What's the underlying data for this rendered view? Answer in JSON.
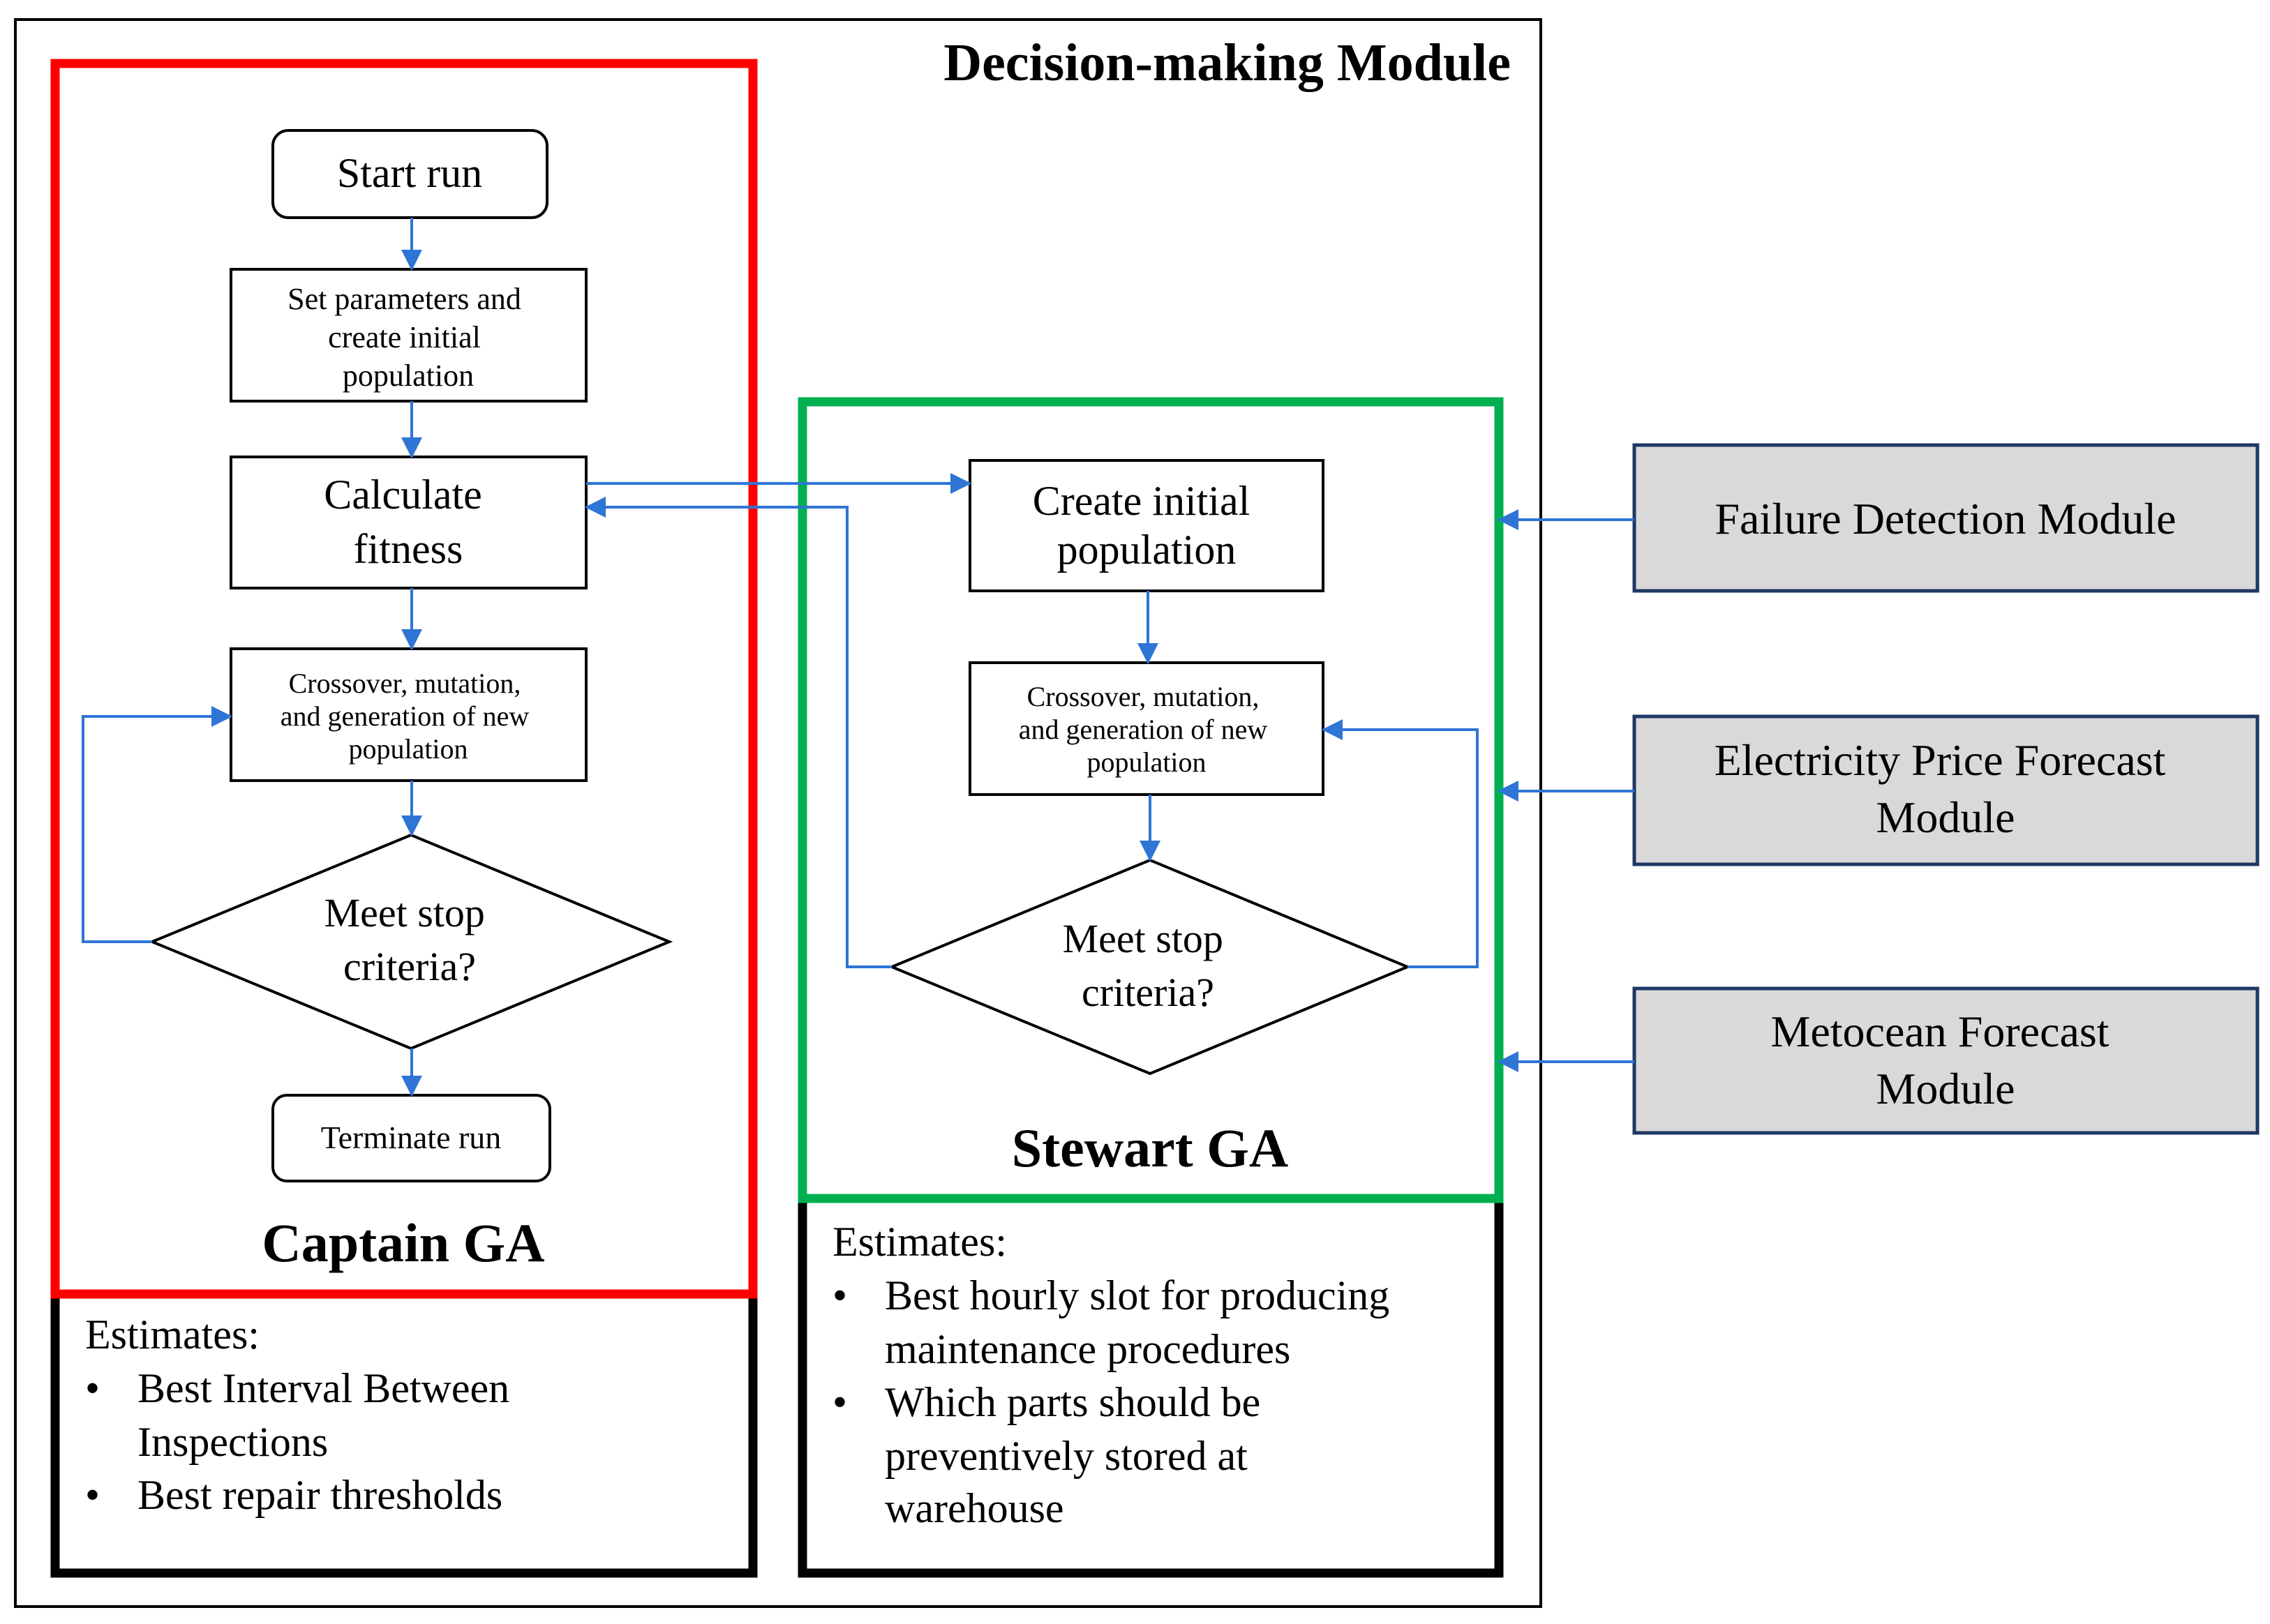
{
  "module_title": "Decision-making Module",
  "captain": {
    "title": "Captain GA",
    "start": "Start run",
    "set_params": [
      "Set parameters and",
      "create initial",
      "population"
    ],
    "calc_fitness": [
      "Calculate",
      "fitness"
    ],
    "crossover": [
      "Crossover, mutation,",
      "and generation of new",
      "population"
    ],
    "decision": [
      "Meet stop",
      "criteria?"
    ],
    "terminate": "Terminate run",
    "estimates_heading": "Estimates:",
    "estimates": [
      [
        "Best Interval Between",
        "Inspections"
      ],
      [
        "Best repair thresholds"
      ]
    ]
  },
  "stewart": {
    "title": "Stewart GA",
    "create_pop": [
      "Create initial",
      "population"
    ],
    "crossover": [
      "Crossover, mutation,",
      "and generation of new",
      "population"
    ],
    "decision": [
      "Meet stop",
      "criteria?"
    ],
    "estimates_heading": "Estimates:",
    "estimates": [
      [
        "Best hourly slot for producing",
        "maintenance procedures"
      ],
      [
        "Which parts should be",
        "preventively  stored at",
        "warehouse"
      ]
    ]
  },
  "external_modules": [
    [
      "Failure Detection Module"
    ],
    [
      "Electricity Price Forecast",
      "Module"
    ],
    [
      "Metocean Forecast",
      "Module"
    ]
  ],
  "colors": {
    "captain_border": "#ff0000",
    "stewart_border": "#00b050",
    "arrow": "#2e75d6",
    "module_fill": "#d9d9d9",
    "module_border": "#1f3864"
  }
}
